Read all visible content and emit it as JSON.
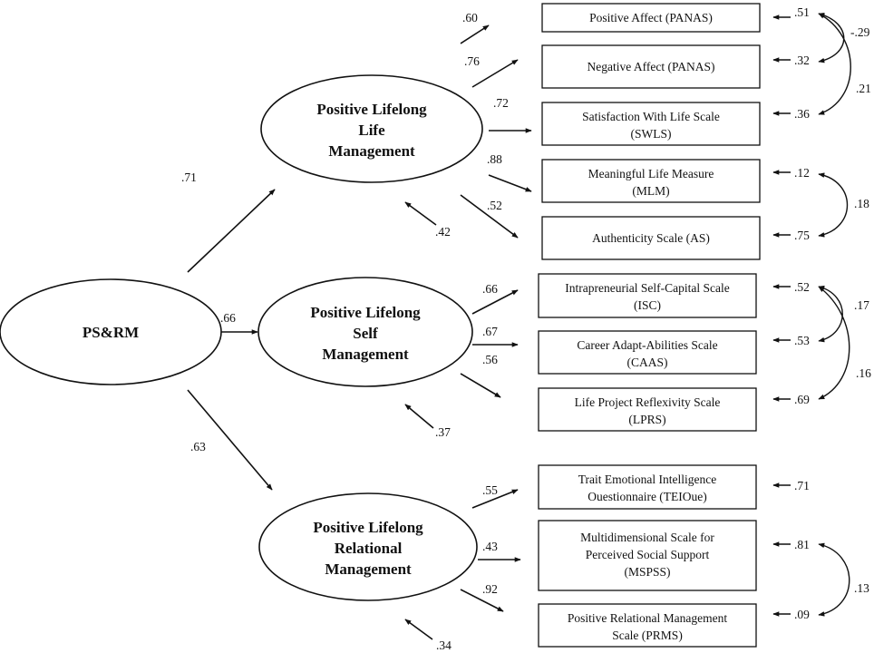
{
  "colors": {
    "ink": "#111111",
    "background": "#ffffff"
  },
  "root": {
    "label": "PS&RM"
  },
  "latents": [
    {
      "id": "life",
      "lines": [
        "Positive Lifelong",
        "Life",
        "Management"
      ],
      "path": ".71",
      "residual": ".42"
    },
    {
      "id": "self",
      "lines": [
        "Positive Lifelong",
        "Self",
        "Management"
      ],
      "path": ".66",
      "residual": ".37"
    },
    {
      "id": "rel",
      "lines": [
        "Positive Lifelong",
        "Relational",
        "Management"
      ],
      "path": ".63",
      "residual": ".34"
    }
  ],
  "indicators": [
    {
      "lines": [
        "Positive Affect (PANAS)"
      ],
      "loading": ".60",
      "error": ".51"
    },
    {
      "lines": [
        "Negative Affect (PANAS)"
      ],
      "loading": ".76",
      "error": ".32"
    },
    {
      "lines": [
        "Satisfaction With Life Scale",
        "(SWLS)"
      ],
      "loading": ".72",
      "error": ".36"
    },
    {
      "lines": [
        "Meaningful Life Measure",
        "(MLM)"
      ],
      "loading": ".88",
      "error": ".12"
    },
    {
      "lines": [
        "Authenticity Scale (AS)"
      ],
      "loading": ".52",
      "error": ".75"
    },
    {
      "lines": [
        "Intrapreneurial Self-Capital Scale",
        "(ISC)"
      ],
      "loading": ".66",
      "error": ".52"
    },
    {
      "lines": [
        "Career Adapt-Abilities Scale",
        "(CAAS)"
      ],
      "loading": ".67",
      "error": ".53"
    },
    {
      "lines": [
        "Life Project Reflexivity Scale",
        "(LPRS)"
      ],
      "loading": ".56",
      "error": ".69"
    },
    {
      "lines": [
        "Trait Emotional Intelligence",
        "Ouestionnaire (TEIOue)"
      ],
      "loading": ".55",
      "error": ".71"
    },
    {
      "lines": [
        "Multidimensional Scale for",
        "Perceived Social Support",
        "(MSPSS)"
      ],
      "loading": ".43",
      "error": ".81"
    },
    {
      "lines": [
        "Positive Relational Management",
        "Scale (PRMS)"
      ],
      "loading": ".92",
      "error": ".09"
    }
  ],
  "covariances": [
    {
      "from": 0,
      "to": 1,
      "value": "-.29"
    },
    {
      "from": 0,
      "to": 2,
      "value": ".21"
    },
    {
      "from": 3,
      "to": 4,
      "value": ".18"
    },
    {
      "from": 5,
      "to": 6,
      "value": ".17"
    },
    {
      "from": 5,
      "to": 7,
      "value": ".16"
    },
    {
      "from": 9,
      "to": 10,
      "value": ".13"
    }
  ]
}
